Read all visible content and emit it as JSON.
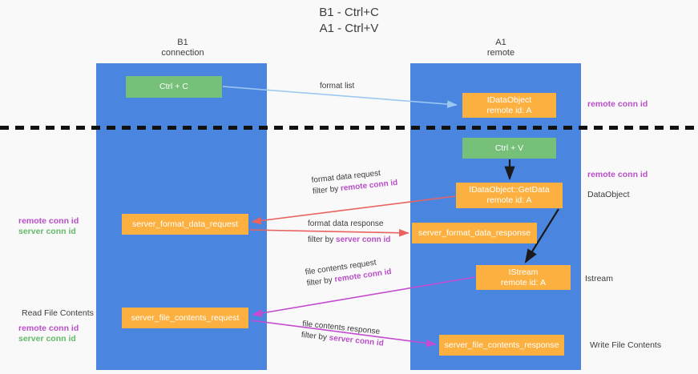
{
  "title": {
    "line1": "B1 - Ctrl+C",
    "line2": "A1 - Ctrl+V"
  },
  "columns": {
    "left": {
      "name": "B1",
      "role": "connection"
    },
    "right": {
      "name": "A1",
      "role": "remote"
    }
  },
  "colors": {
    "panel": "#4a86e0",
    "green_box": "#76c07a",
    "orange_box": "#fbb040",
    "remote_conn_id": "#b94fc8",
    "server_conn_id": "#64b96a",
    "format_arrow": "#e8635f",
    "file_arrow": "#c44bd0",
    "list_arrow": "#9dc8f0",
    "divider": "#111111"
  },
  "boxes": {
    "ctrl_c": "Ctrl + C",
    "ctrl_v": "Ctrl + V",
    "idataobject_title": "IDataObject",
    "idataobject_sub": "remote id: A",
    "getdata_title": "IDataObject::GetData",
    "getdata_sub": "remote id: A",
    "istream_title": "IStream",
    "istream_sub": "remote id: A",
    "server_format_data_request": "server_format_data_request",
    "server_format_data_response": "server_format_data_response",
    "server_file_contents_request": "server_file_contents_request",
    "server_file_contents_response": "server_file_contents_response"
  },
  "annotations": {
    "format_list": "format list",
    "format_data_request": "format data request",
    "format_data_request_filter_prefix": "filter by ",
    "format_data_request_filter_key": "remote conn id",
    "format_data_response": "format data response",
    "format_data_response_filter_prefix": "filter by ",
    "format_data_response_filter_key": "server conn id",
    "file_contents_request": "file contents request",
    "file_contents_request_filter_prefix": "filter by ",
    "file_contents_request_filter_key": "remote conn id",
    "file_contents_response": "file contents response",
    "file_contents_response_filter_prefix": "filter by ",
    "file_contents_response_filter_key": "server conn id"
  },
  "side_labels": {
    "right_top_remote_conn_id": "remote conn id",
    "right_mid_remote_conn_id": "remote conn id",
    "right_dataobject": "DataObject",
    "right_istream": "Istream",
    "right_write_file_contents": "Write File Contents",
    "left_remote_conn_id_1": "remote conn id",
    "left_server_conn_id_1": "server conn id",
    "left_read_file_contents": "Read File Contents",
    "left_remote_conn_id_2": "remote conn id",
    "left_server_conn_id_2": "server conn id"
  }
}
